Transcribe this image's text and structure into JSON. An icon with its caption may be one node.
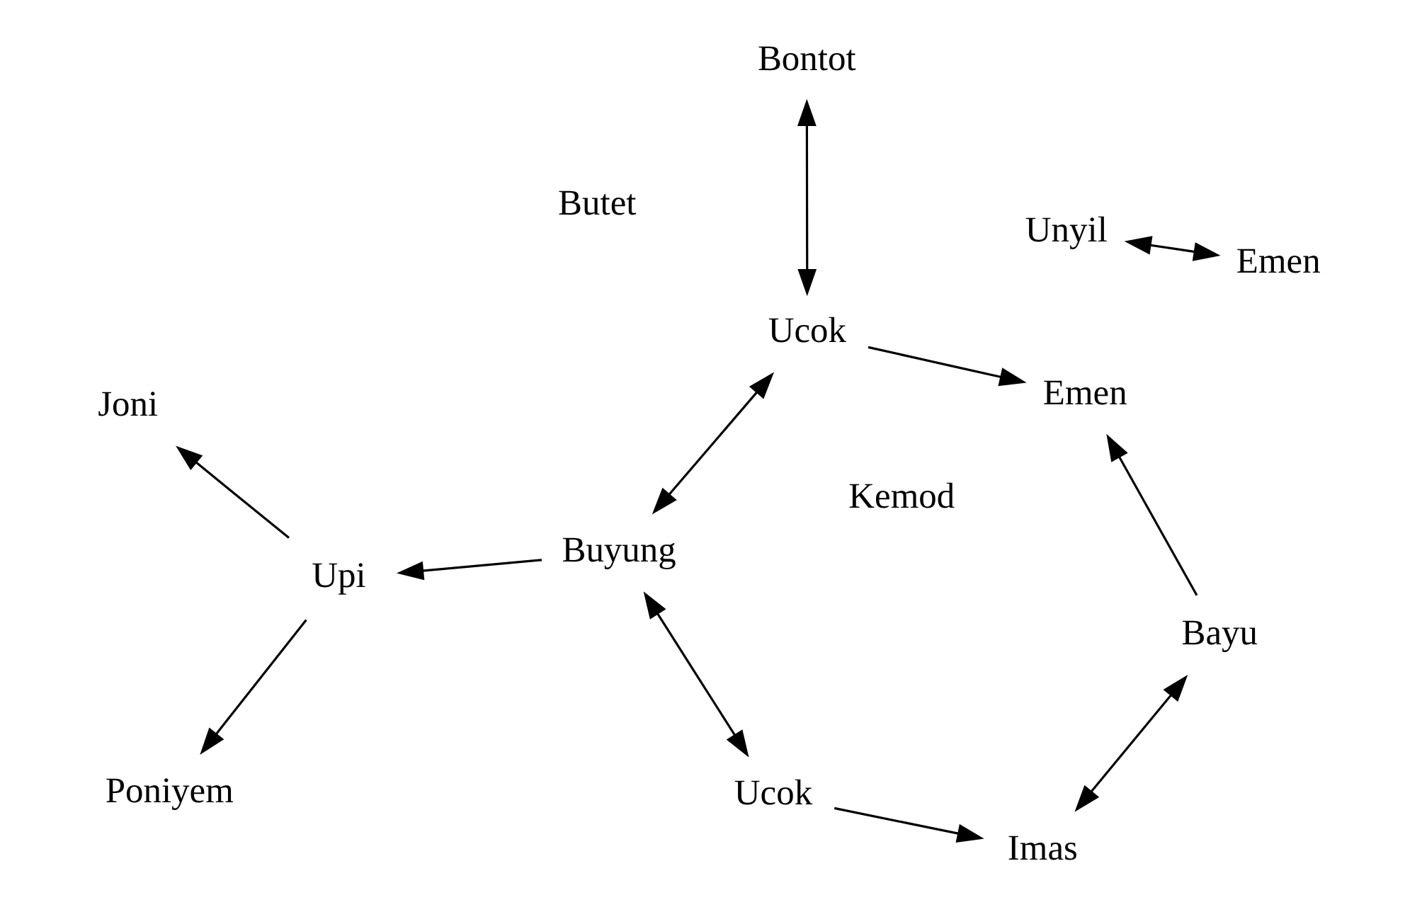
{
  "diagram": {
    "nodes": [
      {
        "text": [
          "Joni"
        ]
      },
      {
        "text": [
          "Emen"
        ]
      },
      {
        "text": [
          "Ucok"
        ]
      },
      {
        "text": [
          "Unyil"
        ]
      },
      {
        "text": [
          "Ucok"
        ]
      },
      {
        "text": [
          "Bontot"
        ]
      },
      {
        "text": [
          "Imas"
        ]
      },
      {
        "text": [
          "Poniyem"
        ]
      },
      {
        "text": [
          "Emen"
        ]
      },
      {
        "text": [
          "Buyung"
        ]
      },
      {
        "text": [
          "Upi"
        ]
      },
      {
        "text": [
          "Bayu"
        ]
      },
      {
        "text": [
          "Butet"
        ]
      },
      {
        "text": [
          "Kemod"
        ]
      }
    ],
    "edges": [
      {
        "from": 10,
        "to": 0,
        "arrow": "to"
      },
      {
        "from": 4,
        "to": 1,
        "arrow": "to"
      },
      {
        "from": 2,
        "to": 6,
        "arrow": "to"
      },
      {
        "from": 2,
        "to": 9,
        "arrow": "both"
      },
      {
        "from": 4,
        "to": 5,
        "arrow": "both"
      },
      {
        "from": 4,
        "to": 9,
        "arrow": "both"
      },
      {
        "from": 6,
        "to": 11,
        "arrow": "both"
      },
      {
        "from": 11,
        "to": 1,
        "arrow": "to"
      },
      {
        "from": 10,
        "to": 7,
        "arrow": "to"
      },
      {
        "from": 9,
        "to": 10,
        "arrow": "to"
      },
      {
        "from": 3,
        "to": 8,
        "arrow": "both"
      }
    ]
  }
}
